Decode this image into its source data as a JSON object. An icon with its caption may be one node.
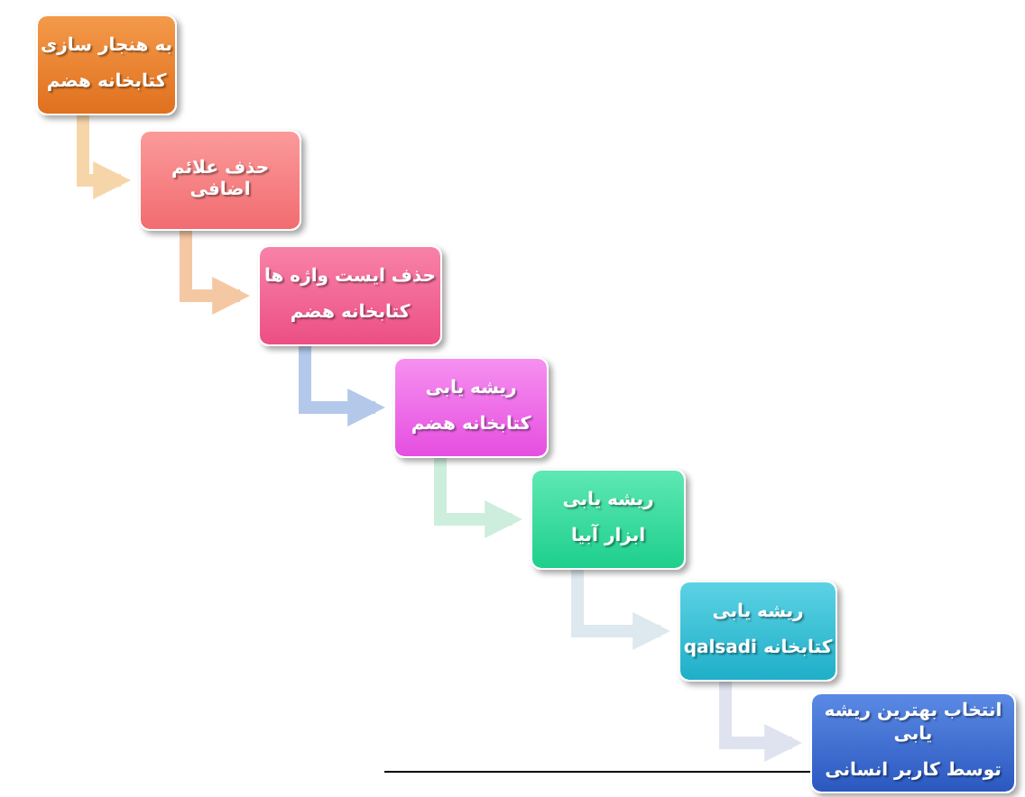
{
  "diagram": {
    "nodes": [
      {
        "text": [
          "به هنجار سازی",
          "کتابخانه هضم"
        ]
      },
      {
        "text": [
          "حذف علائم اضافی"
        ]
      },
      {
        "text": [
          "حذف ایست واژه ها",
          "کتابخانه هضم"
        ]
      },
      {
        "text": [
          "ریشه یابی",
          "کتابخانه هضم"
        ]
      },
      {
        "text": [
          "ریشه یابی",
          "ابزار آبیا"
        ]
      },
      {
        "text": [
          "ریشه یابی",
          "کتابخانه qalsadi"
        ]
      },
      {
        "text": [
          "انتخاب بهترین ریشه یابی",
          "توسط کاربر انسانی"
        ]
      }
    ],
    "edges": [
      {
        "from": 0,
        "to": 1,
        "arrow": "to",
        "color": "#f6d6a8"
      },
      {
        "from": 1,
        "to": 2,
        "arrow": "to",
        "color": "#f5c8a4"
      },
      {
        "from": 2,
        "to": 3,
        "arrow": "to",
        "color": "#b4c8ea"
      },
      {
        "from": 3,
        "to": 4,
        "arrow": "to",
        "color": "#cdeedd"
      },
      {
        "from": 4,
        "to": 5,
        "arrow": "to",
        "color": "#dde9ee"
      },
      {
        "from": 5,
        "to": 6,
        "arrow": "to",
        "color": "#dfe3f0"
      }
    ]
  }
}
